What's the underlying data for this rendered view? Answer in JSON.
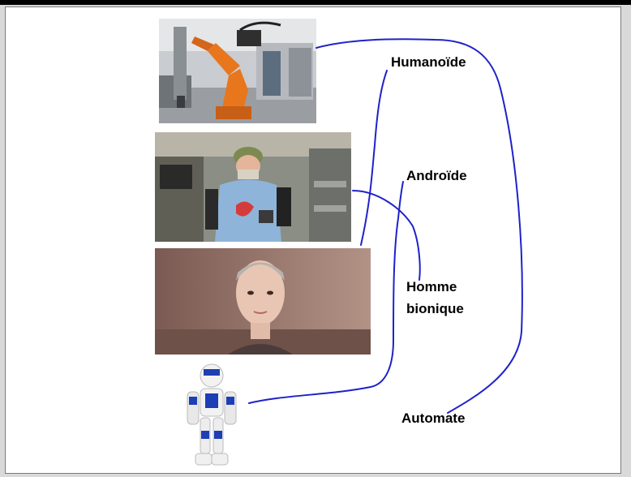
{
  "labels": {
    "humanoide": "Humanoïde",
    "androide": "Androïde",
    "homme_bionique_line1": "Homme",
    "homme_bionique_line2": "bionique",
    "automate": "Automate"
  },
  "colors": {
    "link_line": "#1f22c9",
    "robot_arm_orange": "#e8761c",
    "nao_blue": "#1d3fb5"
  },
  "images": [
    {
      "name": "industrial-robot-arm",
      "matched_label": "Automate"
    },
    {
      "name": "bionic-man-prosthetic-arms",
      "matched_label": "Homme bionique"
    },
    {
      "name": "sophia-android",
      "matched_label": "Humanoïde"
    },
    {
      "name": "nao-humanoid-robot",
      "matched_label": "Androïde"
    }
  ]
}
